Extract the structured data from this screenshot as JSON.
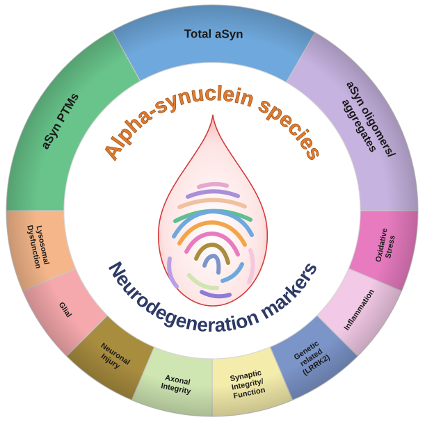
{
  "title_top": "Alpha-synuclein species",
  "title_bottom": "Neurodegeneration markers",
  "segments": [
    {
      "id": "total-asyn",
      "lines": [
        "Total aSyn"
      ],
      "color": "#6fa8dc"
    },
    {
      "id": "asyn-oligomers",
      "lines": [
        "aSyn oligomers/",
        "aggregates"
      ],
      "color": "#c7b3e0"
    },
    {
      "id": "oxidative-stress",
      "lines": [
        "Oxidative",
        "Stress"
      ],
      "color": "#e87bc0"
    },
    {
      "id": "inflammation",
      "lines": [
        "Inflammation"
      ],
      "color": "#f2c9e6"
    },
    {
      "id": "genetic-related",
      "lines": [
        "Genetic",
        "related",
        "(LRRK2)"
      ],
      "color": "#7c95c9"
    },
    {
      "id": "synaptic-integrity",
      "lines": [
        "Synaptic",
        "Integrity/",
        "Function"
      ],
      "color": "#f4ecab"
    },
    {
      "id": "axonal-integrity",
      "lines": [
        "Axonal",
        "Integrity"
      ],
      "color": "#cfe6b3"
    },
    {
      "id": "neuronal-injury",
      "lines": [
        "Neuronal",
        "Injury"
      ],
      "color": "#a98d3f"
    },
    {
      "id": "glial",
      "lines": [
        "Glial"
      ],
      "color": "#f6a9ac"
    },
    {
      "id": "lysosomal-dysfunction",
      "lines": [
        "Lysosomal",
        "Dysfunction"
      ],
      "color": "#f5b78a"
    },
    {
      "id": "asyn-ptms",
      "lines": [
        "aSyn PTMs"
      ],
      "color": "#68c48a"
    }
  ],
  "colors": {
    "title_top": "#e07a2e",
    "title_bottom": "#2e3a66",
    "ring_outline": "#c8c8c8",
    "drop_outline": "#d23a3a"
  }
}
